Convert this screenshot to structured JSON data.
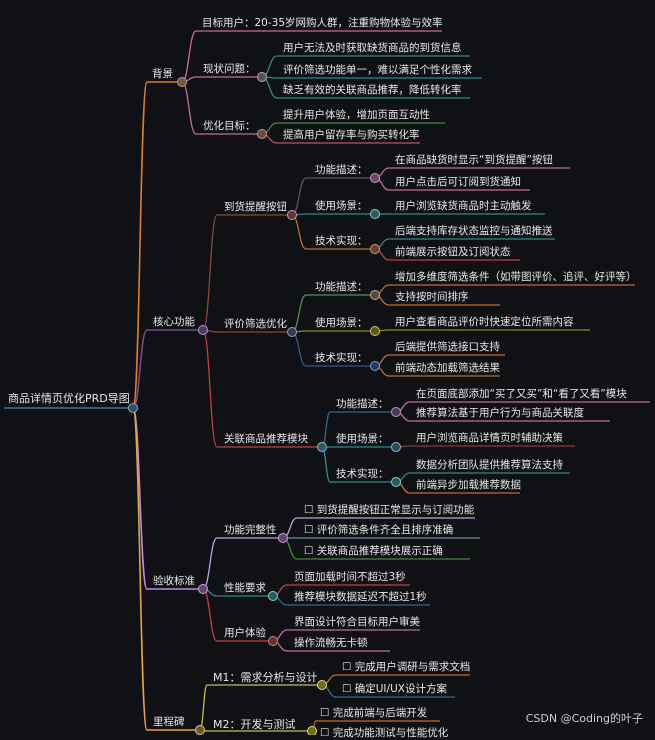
{
  "root": "商品详情页优化PRD导图",
  "watermark": "CSDN @Coding的叶子",
  "colors": {
    "background": "#0f1115",
    "trunk": "#3b6fb8",
    "background_branch": "#e07b2a",
    "core_branch": "#5a3e33",
    "acceptance_branch": "#b98be6",
    "milestone_branch": "#e6a33c"
  },
  "sections": {
    "background": {
      "label": "背景",
      "target_users": "目标用户：20-35岁网购人群，注重购物体验与效率",
      "current_problems": {
        "label": "现状问题：",
        "items": [
          "用户无法及时获取缺货商品的到货信息",
          "评价筛选功能单一，难以满足个性化需求",
          "缺乏有效的关联商品推荐，降低转化率"
        ]
      },
      "goals": {
        "label": "优化目标：",
        "items": [
          "提升用户体验，增加页面互动性",
          "提高用户留存率与购买转化率"
        ]
      }
    },
    "core": {
      "label": "核心功能",
      "restock": {
        "label": "到货提醒按钮",
        "desc_label": "功能描述：",
        "desc": [
          "在商品缺货时显示“到货提醒”按钮",
          "用户点击后可订阅到货通知"
        ],
        "scene_label": "使用场景：",
        "scene": [
          "用户浏览缺货商品时主动触发"
        ],
        "tech_label": "技术实现：",
        "tech": [
          "后端支持库存状态监控与通知推送",
          "前端展示按钮及订阅状态"
        ]
      },
      "review": {
        "label": "评价筛选优化",
        "desc_label": "功能描述：",
        "desc": [
          "增加多维度筛选条件（如带图评价、追评、好评等）",
          "支持按时间排序"
        ],
        "scene_label": "使用场景：",
        "scene": [
          "用户查看商品评价时快速定位所需内容"
        ],
        "tech_label": "技术实现：",
        "tech": [
          "后端提供筛选接口支持",
          "前端动态加载筛选结果"
        ]
      },
      "related": {
        "label": "关联商品推荐模块",
        "desc_label": "功能描述：",
        "desc": [
          "在页面底部添加“买了又买”和“看了又看”模块",
          "推荐算法基于用户行为与商品关联度"
        ],
        "scene_label": "使用场景：",
        "scene": [
          "用户浏览商品详情页时辅助决策"
        ],
        "tech_label": "技术实现：",
        "tech": [
          "数据分析团队提供推荐算法支持",
          "前端异步加载推荐数据"
        ]
      }
    },
    "acceptance": {
      "label": "验收标准",
      "completeness": {
        "label": "功能完整性",
        "items": [
          "☐ 到货提醒按钮正常显示与订阅功能",
          "☐ 评价筛选条件齐全且排序准确",
          "☐ 关联商品推荐模块展示正确"
        ]
      },
      "performance": {
        "label": "性能要求",
        "items": [
          "页面加载时间不超过3秒",
          "推荐模块数据延迟不超过1秒"
        ]
      },
      "ux": {
        "label": "用户体验",
        "items": [
          "界面设计符合目标用户审美",
          "操作流畅无卡顿"
        ]
      }
    },
    "milestones": {
      "label": "里程碑",
      "m1": {
        "label": "M1：需求分析与设计",
        "items": [
          "☐ 完成用户调研与需求文档",
          "☐ 确定UI/UX设计方案"
        ]
      },
      "m2": {
        "label": "M2：开发与测试",
        "items": [
          "☐ 完成前端与后端开发",
          "☐ 完成功能测试与性能优化"
        ]
      }
    }
  }
}
